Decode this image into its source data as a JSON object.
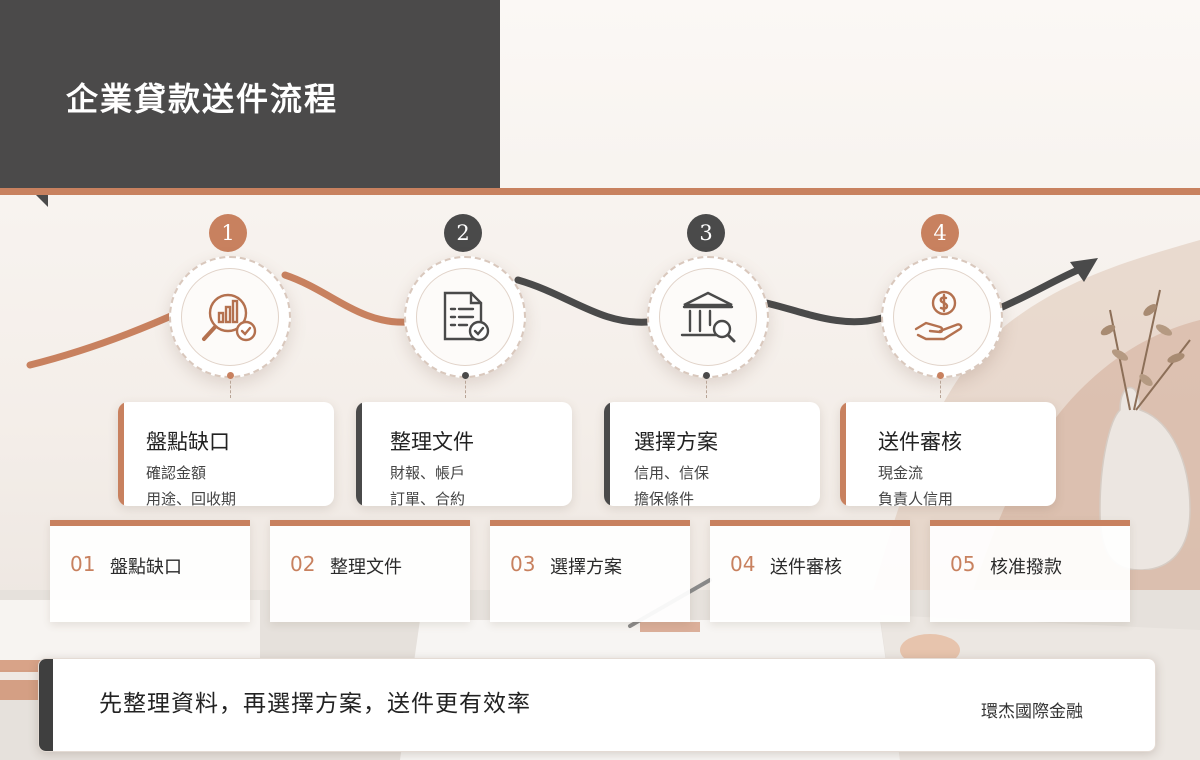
{
  "title": "企業貸款送件流程",
  "steps": [
    {
      "num": "1",
      "title": "盤點缺口",
      "line1": "確認金額",
      "line2": "用途、回收期",
      "icon": "magnifier-chart-check-icon"
    },
    {
      "num": "2",
      "title": "整理文件",
      "line1": "財報、帳戶",
      "line2": "訂單、合約",
      "icon": "document-check-icon"
    },
    {
      "num": "3",
      "title": "選擇方案",
      "line1": "信用、信保",
      "line2": "擔保條件",
      "icon": "bank-search-icon"
    },
    {
      "num": "4",
      "title": "送件審核",
      "line1": "現金流",
      "line2": "負責人信用",
      "icon": "hand-coin-icon"
    }
  ],
  "tabs": [
    {
      "num": "01",
      "label": "盤點缺口"
    },
    {
      "num": "02",
      "label": "整理文件"
    },
    {
      "num": "03",
      "label": "選擇方案"
    },
    {
      "num": "04",
      "label": "送件審核"
    },
    {
      "num": "05",
      "label": "核准撥款"
    }
  ],
  "footer": {
    "tagline": "先整理資料，再選擇方案，送件更有效率",
    "brand": "環杰國際金融"
  },
  "colors": {
    "copper": "#c8815f",
    "dark": "#4a4a4a",
    "title_bg": "#4b4a4a"
  }
}
